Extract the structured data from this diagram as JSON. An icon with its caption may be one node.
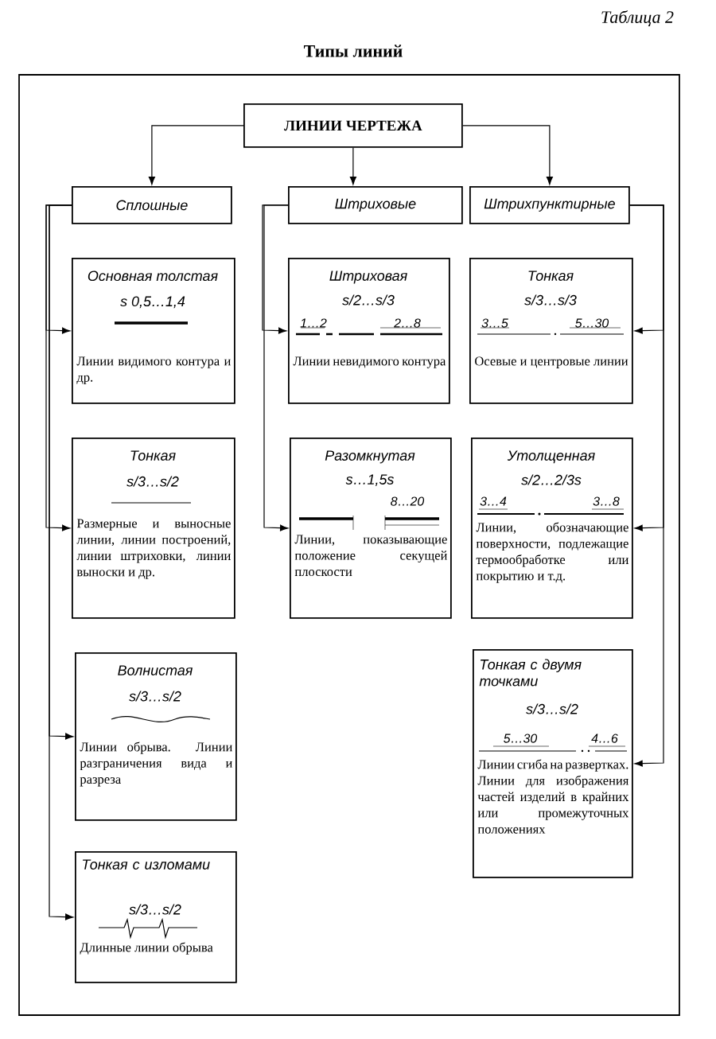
{
  "diagram": {
    "title": "Типы линий",
    "nodes": [
      {
        "text": [
          "ЛИНИИ ЧЕРТЕЖА"
        ]
      },
      {
        "text": [
          "Сплошные"
        ]
      },
      {
        "text": [
          "Штриховые"
        ]
      },
      {
        "text": [
          "Штрихпунктирные"
        ]
      },
      {
        "text": [
          "Основная толстая",
          "s 0,5…1,4",
          "Линии видимого контура и др."
        ]
      },
      {
        "text": [
          "Тонкая",
          "s/3…s/2",
          "Размерные и выносные линии, линии построений, линии штриховки, линии выноски и др."
        ]
      },
      {
        "text": [
          "Волнистая",
          "s/3…s/2",
          "Линии обрыва. Линии разграничения вида и разреза"
        ]
      },
      {
        "text": [
          "Тонкая с изломами",
          "s/3…s/2",
          "Длинные линии обрыва"
        ]
      },
      {
        "text": [
          "Штриховая",
          "s/2…s/3",
          "1…2",
          "2…8",
          "Линии невидимого контура"
        ]
      },
      {
        "text": [
          "Разомкнутая",
          "s…1,5s",
          "8…20",
          "Линии, показывающие положение секущей плоскости"
        ]
      },
      {
        "text": [
          "Тонкая",
          "s/3…s/3",
          "3…5",
          "5…30",
          "Осевые и центровые линии"
        ]
      },
      {
        "text": [
          "Утолщенная",
          "s/2…2/3s",
          "3…4",
          "3…8",
          "Линии, обозначающие поверхности, подлежащие термообработке или покрытию и т.д."
        ]
      },
      {
        "text": [
          "Тонкая с двумя точками",
          "s/3…s/2",
          "5…30",
          "4…6",
          "Линии сгиба на развертках. Линии для изображения частей изделий в крайних или промежуточных положениях"
        ]
      }
    ],
    "edges": [
      {
        "from": 0,
        "to": 1,
        "arrow": "to"
      },
      {
        "from": 0,
        "to": 2,
        "arrow": "to"
      },
      {
        "from": 0,
        "to": 3,
        "arrow": "to"
      },
      {
        "from": 1,
        "to": 4,
        "arrow": "to"
      },
      {
        "from": 1,
        "to": 5,
        "arrow": "to"
      },
      {
        "from": 1,
        "to": 6,
        "arrow": "to"
      },
      {
        "from": 1,
        "to": 7,
        "arrow": "to"
      },
      {
        "from": 2,
        "to": 8,
        "arrow": "to"
      },
      {
        "from": 2,
        "to": 9,
        "arrow": "to"
      },
      {
        "from": 3,
        "to": 10,
        "arrow": "to"
      },
      {
        "from": 3,
        "to": 11,
        "arrow": "to"
      },
      {
        "from": 3,
        "to": 12,
        "arrow": "to"
      }
    ],
    "labels": [
      "Таблица 2"
    ]
  }
}
